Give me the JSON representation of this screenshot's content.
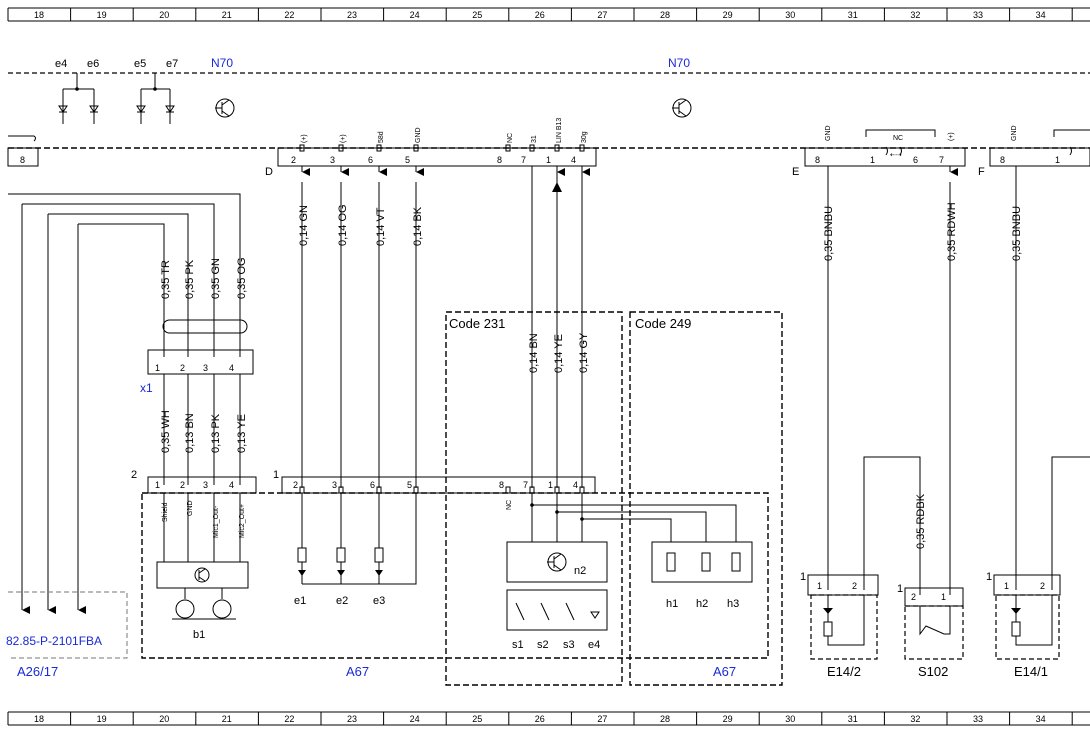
{
  "ruler_columns": [
    "18",
    "19",
    "20",
    "21",
    "22",
    "23",
    "24",
    "25",
    "26",
    "27",
    "28",
    "29",
    "30",
    "31",
    "32",
    "33",
    "34"
  ],
  "module_labels": {
    "n70_left": "N70",
    "n70_right": "N70",
    "x1": "x1",
    "a26_17": "A26/17",
    "a67_left": "A67",
    "a67_mid": "A67",
    "diagram_ref": "82.85-P-2101FBA",
    "e14_2": "E14/2",
    "s102": "S102",
    "e14_1": "E14/1"
  },
  "code_labels": {
    "code231": "Code 231",
    "code249": "Code 249"
  },
  "connector_letters": {
    "d": "D",
    "e": "E",
    "f": "F"
  },
  "top_element_labels": [
    "e4",
    "e6",
    "e5",
    "e7"
  ],
  "upper_pin_labels": {
    "left8": "8",
    "d": [
      "2",
      "3",
      "6",
      "5",
      "8",
      "7",
      "1",
      "4"
    ],
    "e": [
      "8",
      "1",
      "6",
      "7"
    ],
    "f": [
      "8",
      "1"
    ]
  },
  "pin_signals": {
    "p2": "(+)",
    "p3": "(+)",
    "p6": "58d",
    "p5": "GND",
    "p8": "NC",
    "p7": "31",
    "p1": "LIN B13",
    "p4": "30g",
    "e8": "GND",
    "enc": "NC",
    "e7": "(+)",
    "f8": "GND"
  },
  "wires_left": [
    "0,35 TR",
    "0,35 PK",
    "0,35 GN",
    "0,35 OG"
  ],
  "wires_left_lower": [
    "0,35 WH",
    "0,13 BN",
    "0,13 PK",
    "0,13 YE"
  ],
  "x1_pins": [
    "1",
    "2",
    "3",
    "4"
  ],
  "wires_d": [
    "0,14 GN",
    "0,14 OG",
    "0,14 VT",
    "0,14 BK"
  ],
  "wires_code231": [
    "0,14 BN",
    "0,14 YE",
    "0,14 GY"
  ],
  "wires_e": [
    "0,35 BNBU",
    "0,35 RDWH"
  ],
  "wire_f": "0,35 BNBU",
  "wire_s102": "0,35 RDBK",
  "conn2": {
    "label": "2",
    "pins": [
      "1",
      "2",
      "3",
      "4"
    ],
    "signals": [
      "Shield",
      "GND",
      "Mic1_Out-",
      "Mic2_Out+"
    ]
  },
  "conn1": {
    "label": "1",
    "pins": [
      "2",
      "3",
      "6",
      "5",
      "8",
      "7",
      "1",
      "4"
    ],
    "nc": "NC"
  },
  "component_labels": {
    "e1": "e1",
    "e2": "e2",
    "e3": "e3",
    "b1": "b1",
    "n2": "n2",
    "s1": "s1",
    "s2": "s2",
    "s3": "s3",
    "e4": "e4",
    "h1": "h1",
    "h2": "h2",
    "h3": "h3"
  },
  "small_pin_labels": {
    "e14_2": [
      "1",
      "2"
    ],
    "s102": [
      "2",
      "1"
    ],
    "e14_1": [
      "1",
      "2"
    ],
    "side": [
      "1",
      "1",
      "1"
    ]
  }
}
